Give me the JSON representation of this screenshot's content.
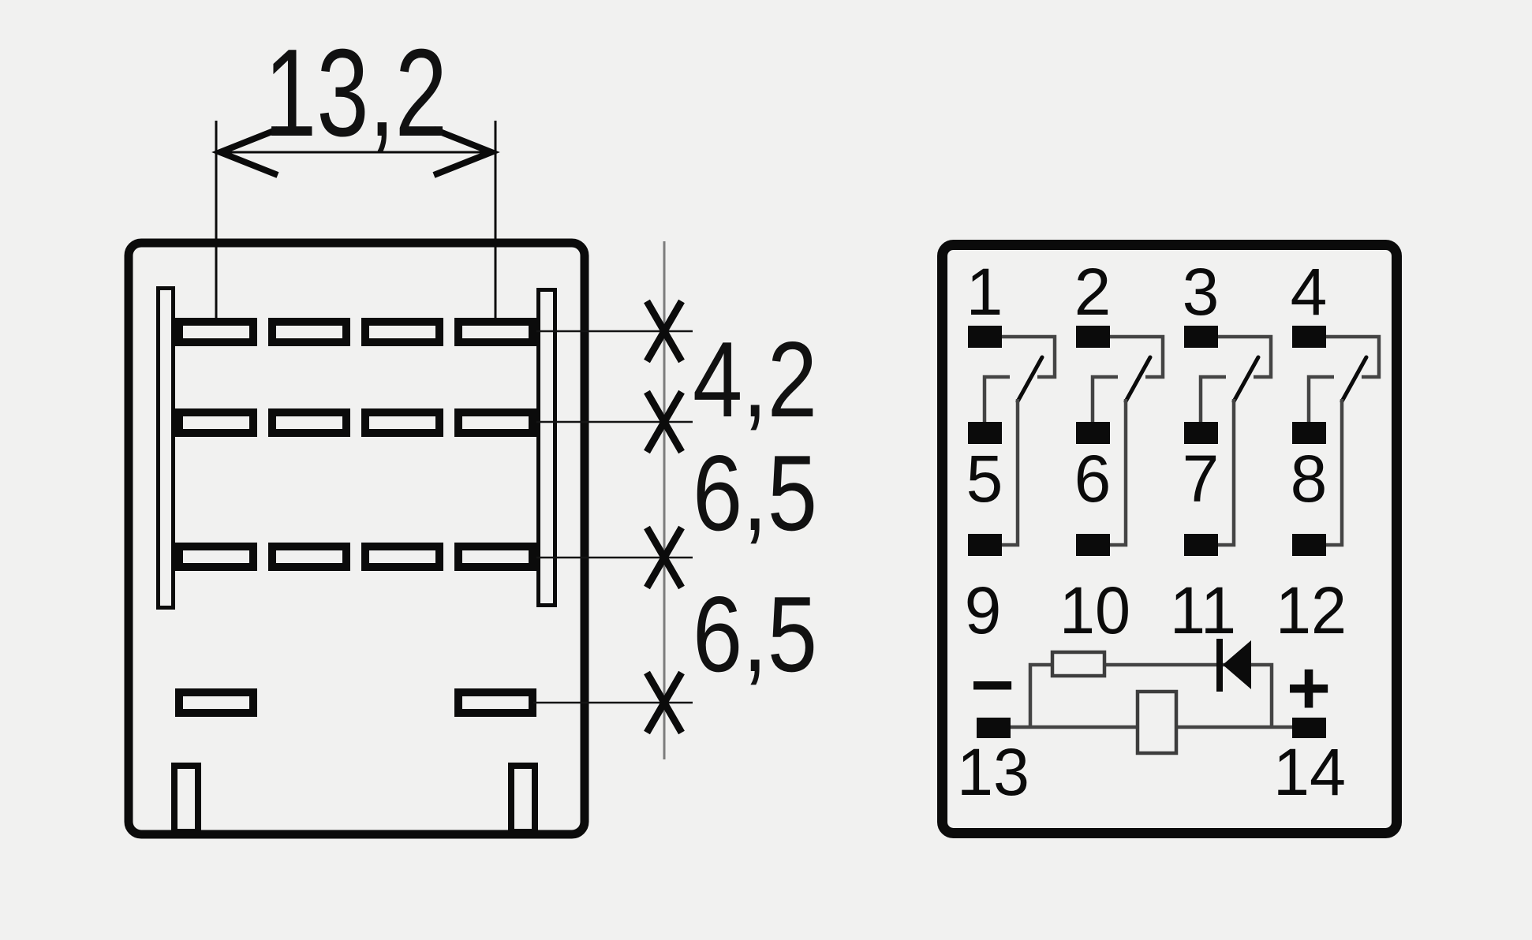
{
  "colors": {
    "background": "#f1f1f0",
    "ink": "#0b0b0b",
    "wire_gray": "#444444",
    "dimension_line_gray": "#7d7d7d"
  },
  "footprint": {
    "width_dimension": "13,2",
    "row_spacing_dimensions": [
      "4,2",
      "6,5",
      "6,5"
    ]
  },
  "schematic": {
    "pins": {
      "top": [
        "1",
        "2",
        "3",
        "4"
      ],
      "middle": [
        "5",
        "6",
        "7",
        "8"
      ],
      "bottom": [
        "9",
        "10",
        "11",
        "12"
      ],
      "coil": [
        "13",
        "14"
      ]
    },
    "polarity": {
      "minus": "−",
      "plus": "+"
    }
  }
}
